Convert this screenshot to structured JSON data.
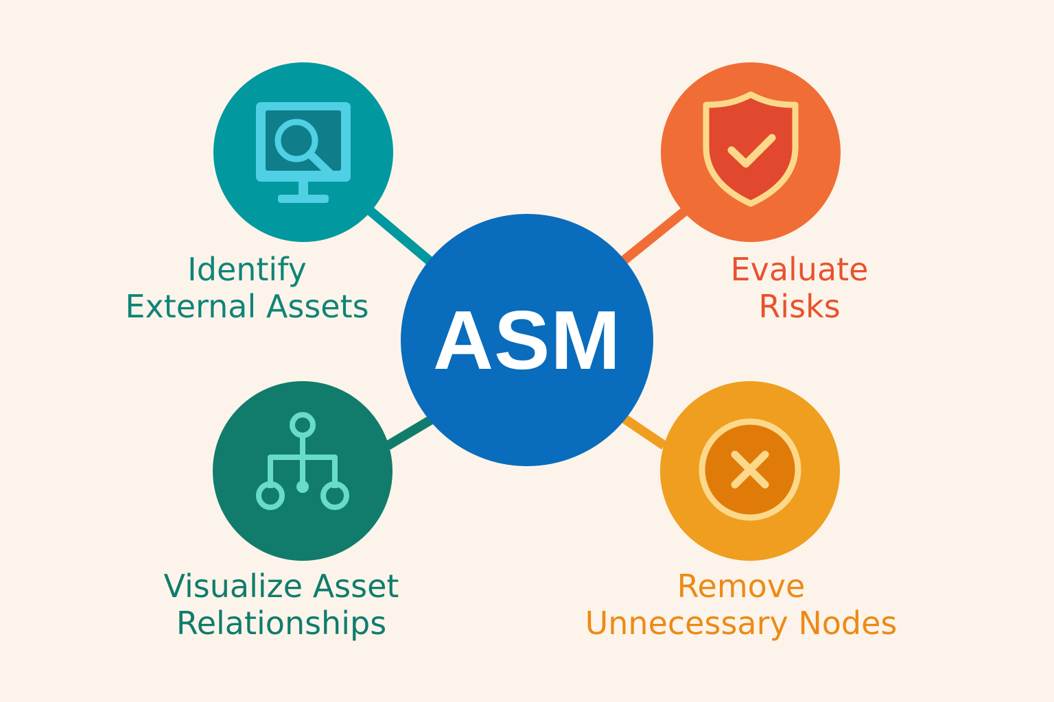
{
  "hub": {
    "label": "ASM",
    "color": "#0a6cbc"
  },
  "nodes": {
    "identify": {
      "icon": "monitor-search-icon",
      "color": "#01989f",
      "text_color": "#0f8478",
      "lines": [
        "Identify",
        "External Assets"
      ]
    },
    "evaluate": {
      "icon": "shield-check-icon",
      "color": "#f06d35",
      "text_color": "#e8522e",
      "lines": [
        "Evaluate",
        "Risks"
      ]
    },
    "visualize": {
      "icon": "network-hierarchy-icon",
      "color": "#117c6c",
      "text_color": "#0f7c6c",
      "lines": [
        "Visualize Asset",
        "Relationships"
      ]
    },
    "remove": {
      "icon": "circle-x-icon",
      "color": "#ef9e1f",
      "text_color": "#ec8a16",
      "lines": [
        "Remove",
        "Unnecessary Nodes"
      ]
    }
  }
}
